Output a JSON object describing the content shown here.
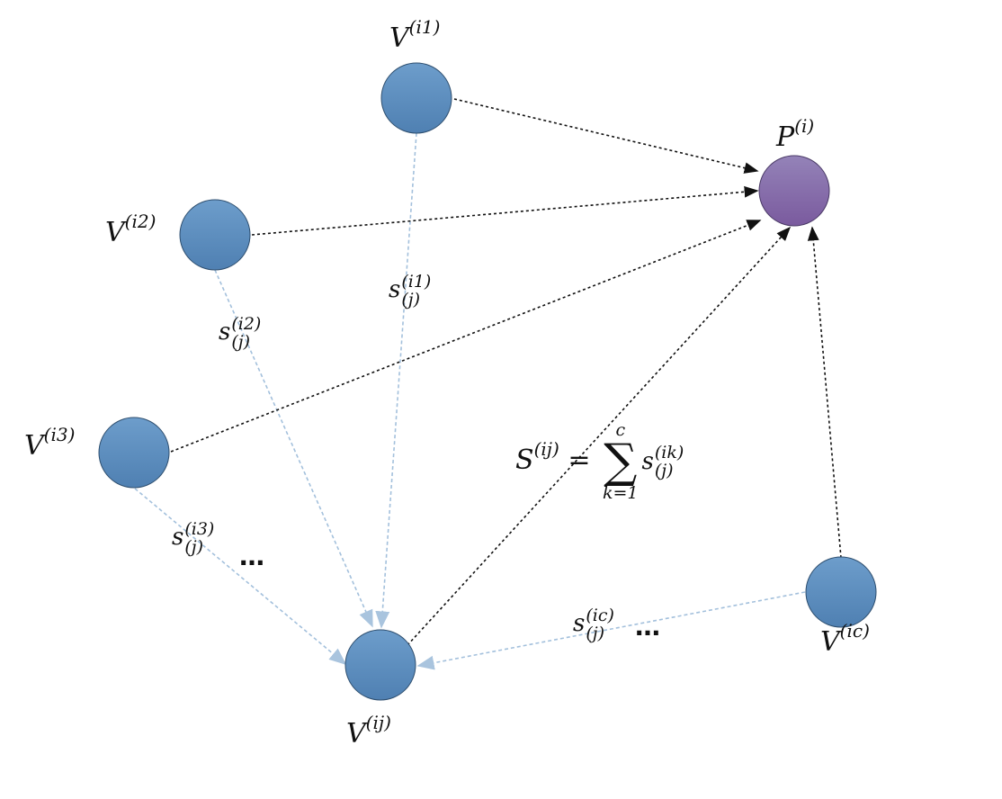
{
  "nodes": {
    "v_i1": {
      "base": "V",
      "sup": "(i1)"
    },
    "v_i2": {
      "base": "V",
      "sup": "(i2)"
    },
    "v_i3": {
      "base": "V",
      "sup": "(i3)"
    },
    "v_ij": {
      "base": "V",
      "sup": "(ij)"
    },
    "v_ic": {
      "base": "V",
      "sup": "(ic)"
    },
    "p_i": {
      "base": "P",
      "sup": "(i)"
    }
  },
  "edge_labels": {
    "s_i1": {
      "base": "s",
      "sup": "(i1)",
      "sub": "(j)"
    },
    "s_i2": {
      "base": "s",
      "sup": "(i2)",
      "sub": "(j)"
    },
    "s_i3": {
      "base": "s",
      "sup": "(i3)",
      "sub": "(j)"
    },
    "s_ic": {
      "base": "s",
      "sup": "(ic)",
      "sub": "(j)"
    }
  },
  "ellipsis": "…",
  "formula": {
    "lhs": "S",
    "lhs_sup": "(ij)",
    "eq": "=",
    "sigma": "∑",
    "upper": "c",
    "lower": "k=1",
    "term": "s",
    "term_sup": "(ik)",
    "term_sub": "(j)"
  },
  "colors": {
    "node_blue": "#5b8dbd",
    "node_purple": "#8468a8",
    "blue_edge": "#9bbbd9",
    "black_edge": "#111111"
  }
}
